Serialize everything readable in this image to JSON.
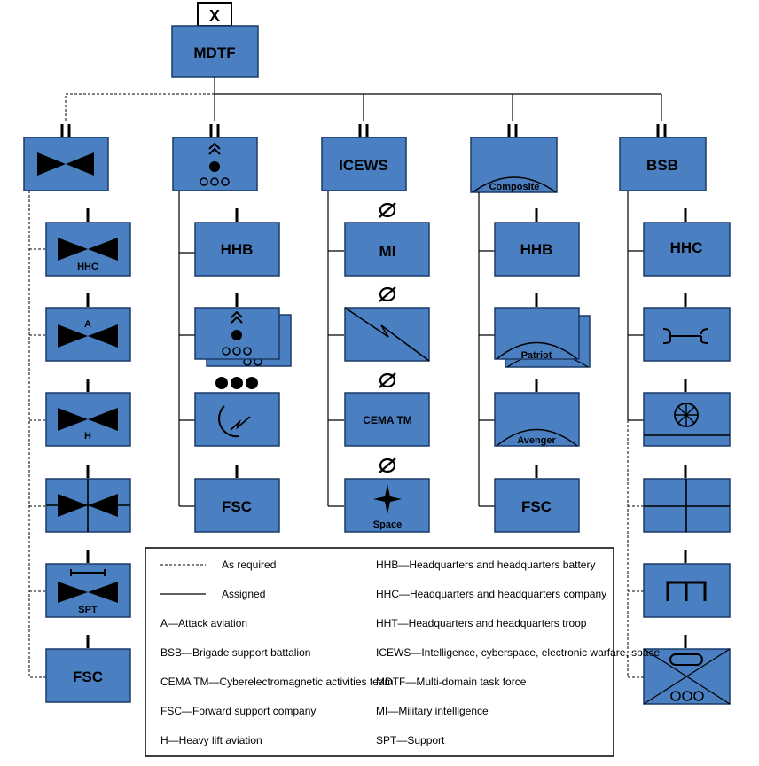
{
  "hq": {
    "label": "MDTF",
    "echelon": "X"
  },
  "columns": {
    "c2": {
      "header": "ICEWS"
    },
    "c4": {
      "header": "BSB"
    }
  },
  "units": {
    "c1_hhc": "HHC",
    "c1_a": "A",
    "c1_h": "H",
    "c1_spt": "SPT",
    "c1_fsc": "FSC",
    "c2_hhb": "HHB",
    "c2_fsc": "FSC",
    "c3_mi": "MI",
    "c3_cema": "CEMA TM",
    "c3_space": "Space",
    "c4_comp": "Composite",
    "c4_hhb": "HHB",
    "c4_patriot": "Patriot",
    "c4_avenger": "Avenger",
    "c4_fsc": "FSC",
    "c5_hhc": "HHC"
  },
  "legend": {
    "as_required": "As required",
    "assigned": "Assigned",
    "left": [
      "A—Attack aviation",
      "BSB—Brigade support battalion",
      "CEMA TM—Cyberelectromagnetic activities team",
      "FSC—Forward support company",
      "H—Heavy lift aviation"
    ],
    "right": [
      "HHB—Headquarters and headquarters battery",
      "HHC—Headquarters and headquarters company",
      "HHT—Headquarters and headquarters troop",
      "ICEWS—Intelligence, cyberspace, electronic warfare, space",
      "MDTF—Multi-domain task force",
      "MI—Military intelligence",
      "SPT—Support"
    ]
  }
}
